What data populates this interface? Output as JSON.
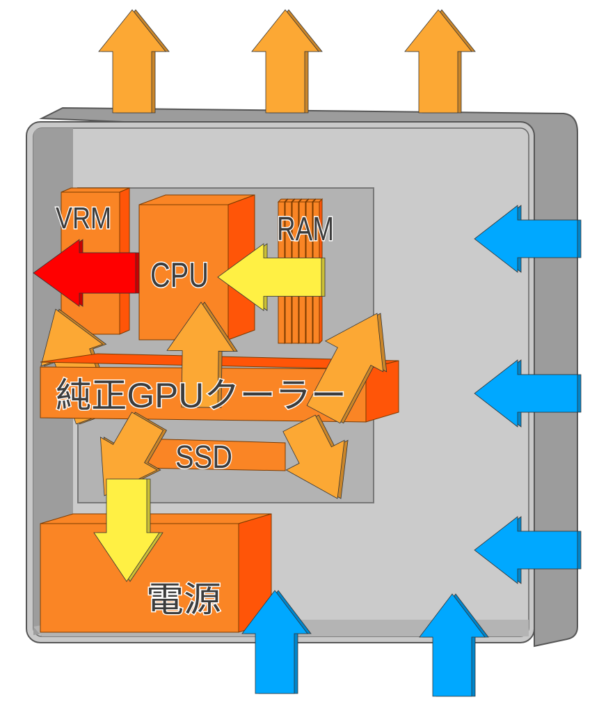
{
  "labels": {
    "vrm": "VRM",
    "cpu": "CPU",
    "ram": "RAM",
    "gpu_cooler": "純正GPUクーラー",
    "ssd": "SSD",
    "psu": "電源"
  },
  "colors": {
    "component_front": "#fa8525",
    "component_side": "#ff5508",
    "airflow_internal": "#fca834",
    "intake": "#00a8ff",
    "hot_exhaust": "#ff0000",
    "warm_flow": "#fff044",
    "case": "#c8c8c8",
    "motherboard": "#b3b3b3"
  }
}
